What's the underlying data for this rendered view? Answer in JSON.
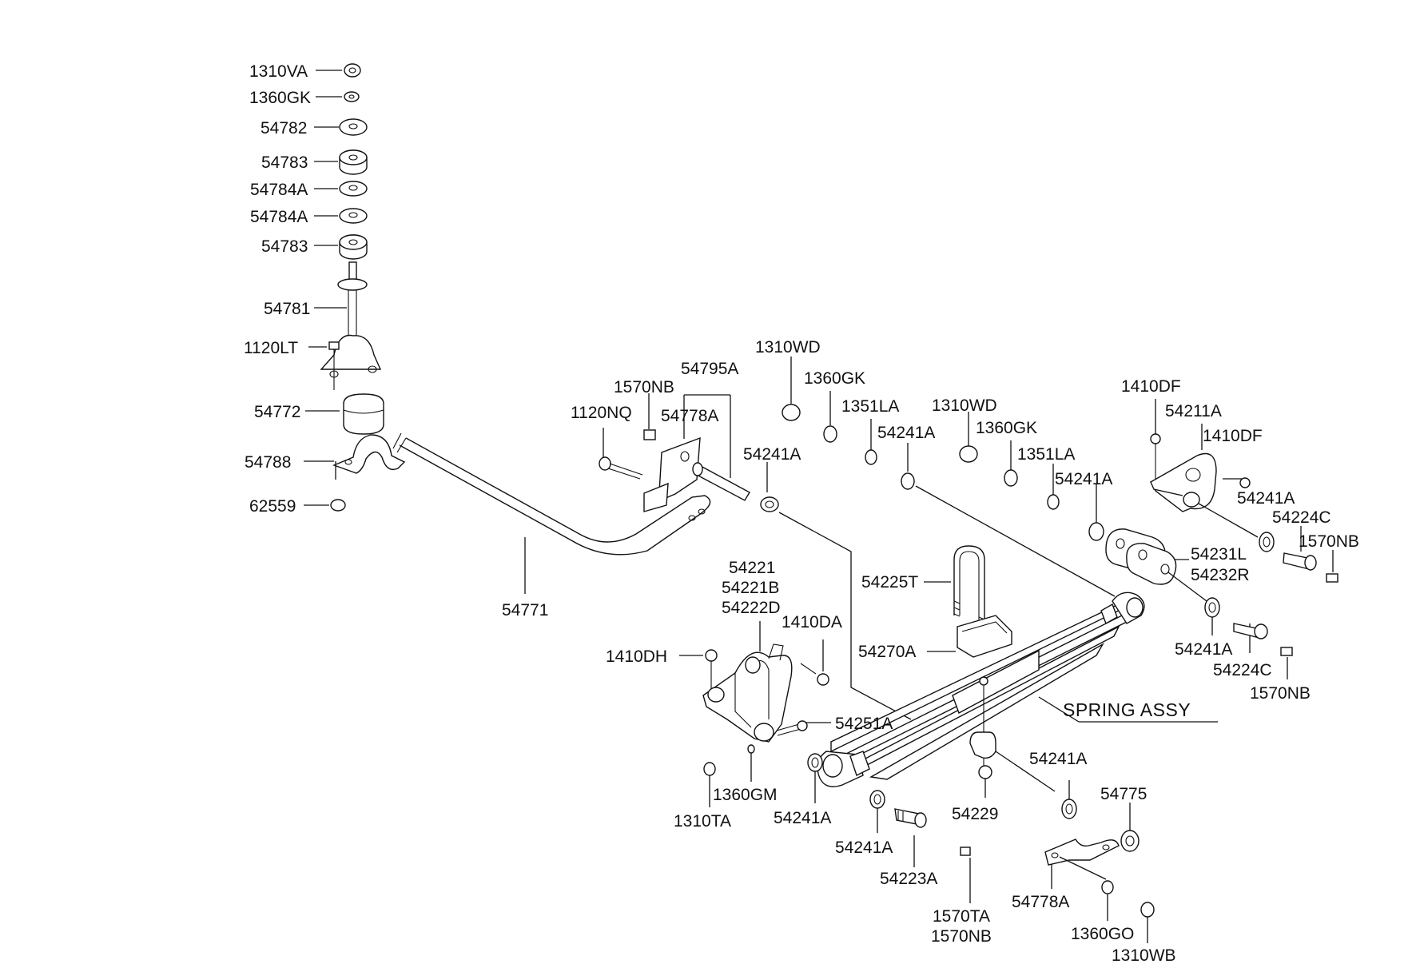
{
  "diagram": {
    "assembly_label": "SPRING ASSY",
    "labels": [
      "1310VA",
      "1360GK",
      "54782",
      "54783",
      "54784A",
      "54784A",
      "54783",
      "54781",
      "1120LT",
      "54772",
      "54788",
      "62559",
      "54771",
      "54795A",
      "1570NB",
      "1120NQ",
      "54778A",
      "54241A",
      "1310WD",
      "1360GK",
      "1351LA",
      "54241A",
      "1310WD",
      "1360GK",
      "1351LA",
      "54241A",
      "1410DF",
      "54211A",
      "1410DF",
      "54241A",
      "54224C",
      "1570NB",
      "54231L",
      "54232R",
      "54241A",
      "54224C",
      "1570NB",
      "54225T",
      "54270A",
      "54221",
      "54221B",
      "54222D",
      "1410DA",
      "1410DH",
      "54251A",
      "1360GM",
      "1310TA",
      "54241A",
      "54241A",
      "54223A",
      "1570TA",
      "1570NB",
      "54229",
      "54241A",
      "54775",
      "54778A",
      "1360GO",
      "1310WB"
    ]
  }
}
